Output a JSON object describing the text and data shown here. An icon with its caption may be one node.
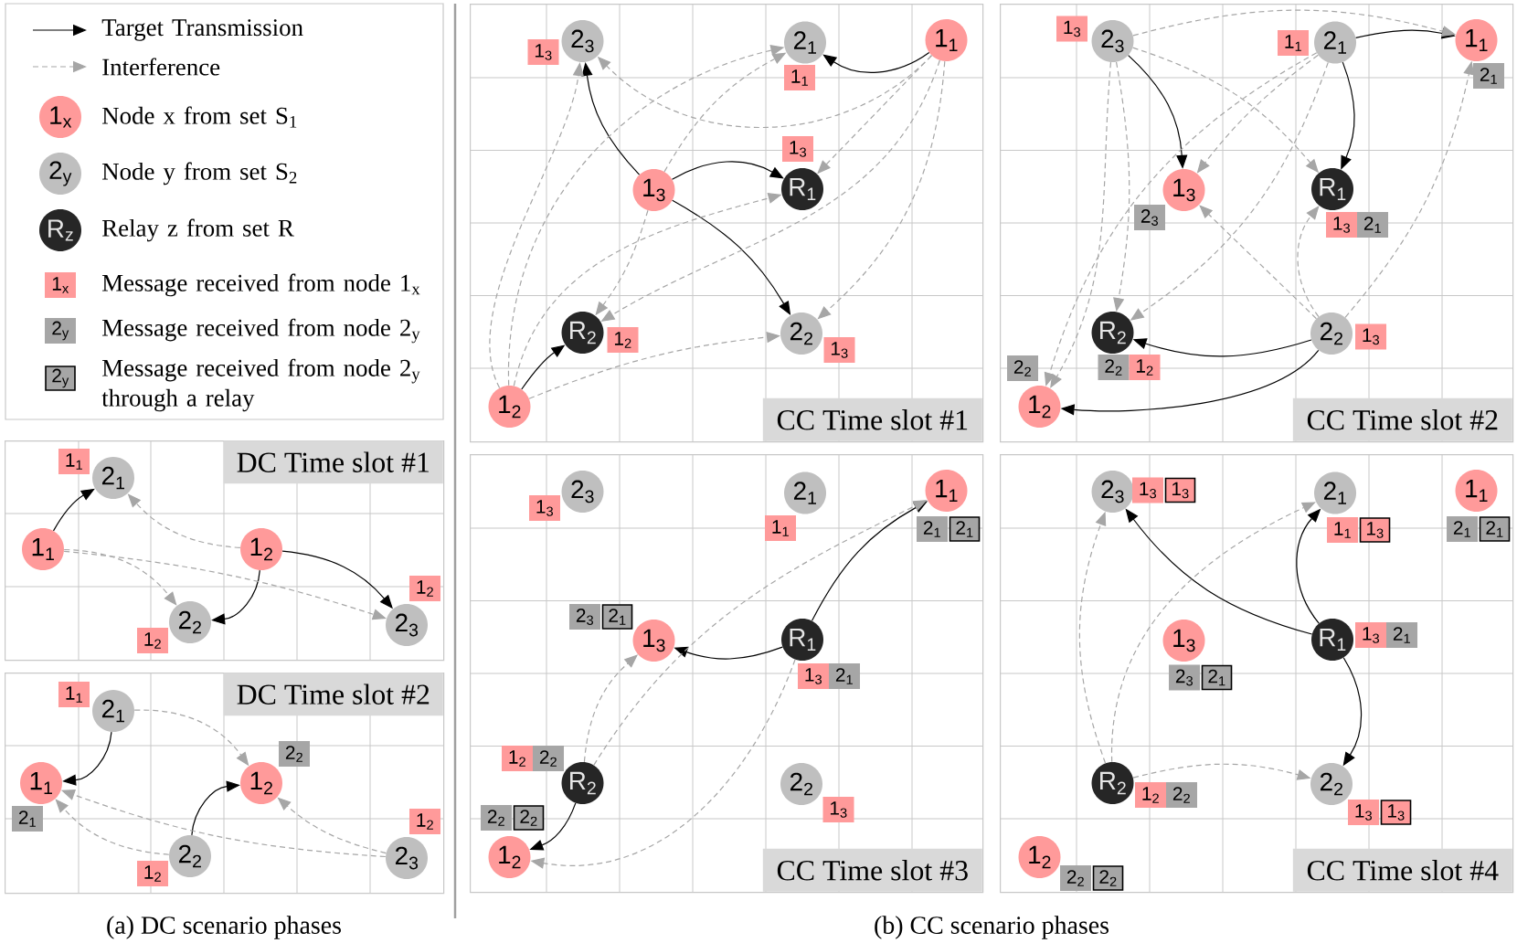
{
  "diagram": {
    "nodes": [
      {
        "text": [
          "1$_{x}$"
        ]
      },
      {
        "text": [
          "2$_{y}$"
        ]
      },
      {
        "text": [
          "R$_{z}$"
        ]
      },
      {
        "text": [
          "1$_{x}$"
        ]
      },
      {
        "text": [
          "2$_{y}$"
        ]
      },
      {
        "text": [
          "2$_{y}$"
        ]
      },
      {
        "text": [
          "DC Time slot #1"
        ]
      },
      {
        "text": [
          "2$_{1}$"
        ],
        "in": 6
      },
      {
        "text": [
          "1$_{1}$"
        ],
        "in": 6
      },
      {
        "text": [
          "1$_{2}$"
        ],
        "in": 6
      },
      {
        "text": [
          "2$_{2}$"
        ],
        "in": 6
      },
      {
        "text": [
          "2$_{3}$"
        ],
        "in": 6
      },
      {
        "text": [
          "1$_{1}$"
        ],
        "in": 6
      },
      {
        "text": [
          "1$_{2}$"
        ],
        "in": 6
      },
      {
        "text": [
          "1$_{2}$"
        ],
        "in": 6
      },
      {
        "text": [
          "DC Time slot #2"
        ]
      },
      {
        "text": [
          "2$_{1}$"
        ],
        "in": 15
      },
      {
        "text": [
          "1$_{1}$"
        ],
        "in": 15
      },
      {
        "text": [
          "1$_{2}$"
        ],
        "in": 15
      },
      {
        "text": [
          "2$_{2}$"
        ],
        "in": 15
      },
      {
        "text": [
          "2$_{3}$"
        ],
        "in": 15
      },
      {
        "text": [
          "1$_{1}$"
        ],
        "in": 15
      },
      {
        "text": [
          "2$_{2}$"
        ],
        "in": 15
      },
      {
        "text": [
          "2$_{1}$"
        ],
        "in": 15
      },
      {
        "text": [
          "1$_{2}$"
        ],
        "in": 15
      },
      {
        "text": [
          "1$_{2}$"
        ],
        "in": 15
      },
      {
        "text": [
          "CC Time slot #1"
        ]
      },
      {
        "text": [
          "2$_{3}$"
        ],
        "in": 26
      },
      {
        "text": [
          "2$_{1}$"
        ],
        "in": 26
      },
      {
        "text": [
          "1$_{1}$"
        ],
        "in": 26
      },
      {
        "text": [
          "1$_{3}$"
        ],
        "in": 26
      },
      {
        "text": [
          "R$_{1}$"
        ],
        "in": 26
      },
      {
        "text": [
          "R$_{2}$"
        ],
        "in": 26
      },
      {
        "text": [
          "2$_{2}$"
        ],
        "in": 26
      },
      {
        "text": [
          "1$_{2}$"
        ],
        "in": 26
      },
      {
        "text": [
          "1$_{3}$"
        ],
        "in": 26
      },
      {
        "text": [
          "1$_{1}$"
        ],
        "in": 26
      },
      {
        "text": [
          "1$_{3}$"
        ],
        "in": 26
      },
      {
        "text": [
          "1$_{2}$"
        ],
        "in": 26
      },
      {
        "text": [
          "1$_{3}$"
        ],
        "in": 26
      },
      {
        "text": [
          "CC Time slot #2"
        ]
      },
      {
        "text": [
          "2$_{3}$"
        ],
        "in": 40
      },
      {
        "text": [
          "2$_{1}$"
        ],
        "in": 40
      },
      {
        "text": [
          "1$_{1}$"
        ],
        "in": 40
      },
      {
        "text": [
          "1$_{3}$"
        ],
        "in": 40
      },
      {
        "text": [
          "R$_{1}$"
        ],
        "in": 40
      },
      {
        "text": [
          "R$_{2}$"
        ],
        "in": 40
      },
      {
        "text": [
          "2$_{2}$"
        ],
        "in": 40
      },
      {
        "text": [
          "1$_{2}$"
        ],
        "in": 40
      },
      {
        "text": [
          "1$_{3}$"
        ],
        "in": 40
      },
      {
        "text": [
          "1$_{1}$"
        ],
        "in": 40
      },
      {
        "text": [
          "2$_{1}$"
        ],
        "in": 40
      },
      {
        "text": [
          "2$_{3}$"
        ],
        "in": 40
      },
      {
        "text": [
          "1$_{3}$"
        ],
        "in": 40
      },
      {
        "text": [
          "2$_{1}$"
        ],
        "in": 40
      },
      {
        "text": [
          "1$_{3}$"
        ],
        "in": 40
      },
      {
        "text": [
          "2$_{2}$"
        ],
        "in": 40
      },
      {
        "text": [
          "2$_{2}$"
        ],
        "in": 40
      },
      {
        "text": [
          "1$_{2}$"
        ],
        "in": 40
      },
      {
        "text": [
          "CC Time slot #3"
        ]
      },
      {
        "text": [
          "2$_{3}$"
        ],
        "in": 59
      },
      {
        "text": [
          "2$_{1}$"
        ],
        "in": 59
      },
      {
        "text": [
          "1$_{1}$"
        ],
        "in": 59
      },
      {
        "text": [
          "1$_{3}$"
        ],
        "in": 59
      },
      {
        "text": [
          "R$_{1}$"
        ],
        "in": 59
      },
      {
        "text": [
          "R$_{2}$"
        ],
        "in": 59
      },
      {
        "text": [
          "2$_{2}$"
        ],
        "in": 59
      },
      {
        "text": [
          "1$_{2}$"
        ],
        "in": 59
      },
      {
        "text": [
          "1$_{3}$"
        ],
        "in": 59
      },
      {
        "text": [
          "1$_{1}$"
        ],
        "in": 59
      },
      {
        "text": [
          "2$_{1}$"
        ],
        "in": 59
      },
      {
        "text": [
          "2$_{1}$"
        ],
        "in": 59
      },
      {
        "text": [
          "2$_{3}$"
        ],
        "in": 59
      },
      {
        "text": [
          "2$_{1}$"
        ],
        "in": 59
      },
      {
        "text": [
          "1$_{3}$"
        ],
        "in": 59
      },
      {
        "text": [
          "2$_{1}$"
        ],
        "in": 59
      },
      {
        "text": [
          "1$_{2}$"
        ],
        "in": 59
      },
      {
        "text": [
          "2$_{2}$"
        ],
        "in": 59
      },
      {
        "text": [
          "1$_{3}$"
        ],
        "in": 59
      },
      {
        "text": [
          "2$_{2}$"
        ],
        "in": 59
      },
      {
        "text": [
          "2$_{2}$"
        ],
        "in": 59
      },
      {
        "text": [
          "CC Time slot #4"
        ]
      },
      {
        "text": [
          "2$_{3}$"
        ],
        "in": 81
      },
      {
        "text": [
          "2$_{1}$"
        ],
        "in": 81
      },
      {
        "text": [
          "1$_{1}$"
        ],
        "in": 81
      },
      {
        "text": [
          "1$_{3}$"
        ],
        "in": 81
      },
      {
        "text": [
          "R$_{1}$"
        ],
        "in": 81
      },
      {
        "text": [
          "R$_{2}$"
        ],
        "in": 81
      },
      {
        "text": [
          "2$_{2}$"
        ],
        "in": 81
      },
      {
        "text": [
          "1$_{2}$"
        ],
        "in": 81
      },
      {
        "text": [
          "1$_{3}$"
        ],
        "in": 81
      },
      {
        "text": [
          "1$_{3}$"
        ],
        "in": 81
      },
      {
        "text": [
          "1$_{1}$"
        ],
        "in": 81
      },
      {
        "text": [
          "1$_{3}$"
        ],
        "in": 81
      },
      {
        "text": [
          "2$_{1}$"
        ],
        "in": 81
      },
      {
        "text": [
          "2$_{1}$"
        ],
        "in": 81
      },
      {
        "text": [
          "1$_{3}$"
        ],
        "in": 81
      },
      {
        "text": [
          "2$_{1}$"
        ],
        "in": 81
      },
      {
        "text": [
          "2$_{3}$"
        ],
        "in": 81
      },
      {
        "text": [
          "2$_{1}$"
        ],
        "in": 81
      },
      {
        "text": [
          "1$_{2}$"
        ],
        "in": 81
      },
      {
        "text": [
          "2$_{2}$"
        ],
        "in": 81
      },
      {
        "text": [
          "1$_{3}$"
        ],
        "in": 81
      },
      {
        "text": [
          "1$_{3}$"
        ],
        "in": 81
      },
      {
        "text": [
          "2$_{2}$"
        ],
        "in": 81
      },
      {
        "text": [
          "2$_{2}$"
        ],
        "in": 81
      }
    ],
    "edges": [
      {
        "from": 8,
        "to": 7,
        "arrow": "to",
        "color": "#000000"
      },
      {
        "from": 9,
        "to": 11,
        "arrow": "to",
        "color": "#000000"
      },
      {
        "from": 9,
        "to": 10,
        "arrow": "to",
        "color": "#000000"
      },
      {
        "from": 9,
        "to": 7,
        "arrow": "to",
        "style": "dashed"
      },
      {
        "from": 8,
        "to": 10,
        "arrow": "to",
        "style": "dashed"
      },
      {
        "from": 8,
        "to": 11,
        "arrow": "to",
        "style": "dashed"
      },
      {
        "from": 16,
        "to": 17,
        "arrow": "to",
        "color": "#000000"
      },
      {
        "from": 19,
        "to": 18,
        "arrow": "to",
        "color": "#000000"
      },
      {
        "from": 16,
        "to": 18,
        "arrow": "to",
        "style": "dashed"
      },
      {
        "from": 19,
        "to": 17,
        "arrow": "to",
        "style": "dashed"
      },
      {
        "from": 20,
        "to": 17,
        "arrow": "to",
        "style": "dashed"
      },
      {
        "from": 20,
        "to": 18,
        "arrow": "to",
        "style": "dashed"
      },
      {
        "from": 29,
        "to": 28,
        "arrow": "to",
        "color": "#000000"
      },
      {
        "from": 30,
        "to": 27,
        "arrow": "to",
        "color": "#000000"
      },
      {
        "from": 30,
        "to": 31,
        "arrow": "to",
        "color": "#000000"
      },
      {
        "from": 30,
        "to": 33,
        "arrow": "to",
        "color": "#000000"
      },
      {
        "from": 34,
        "to": 32,
        "arrow": "to",
        "color": "#000000"
      },
      {
        "from": 29,
        "to": 27,
        "arrow": "to",
        "style": "dashed"
      },
      {
        "from": 29,
        "to": 31,
        "arrow": "to",
        "style": "dashed"
      },
      {
        "from": 29,
        "to": 32,
        "arrow": "to",
        "style": "dashed"
      },
      {
        "from": 29,
        "to": 33,
        "arrow": "to",
        "style": "dashed"
      },
      {
        "from": 30,
        "to": 28,
        "arrow": "to",
        "style": "dashed"
      },
      {
        "from": 30,
        "to": 32,
        "arrow": "to",
        "style": "dashed"
      },
      {
        "from": 34,
        "to": 27,
        "arrow": "to",
        "style": "dashed"
      },
      {
        "from": 34,
        "to": 28,
        "arrow": "to",
        "style": "dashed"
      },
      {
        "from": 34,
        "to": 31,
        "arrow": "to",
        "style": "dashed"
      },
      {
        "from": 34,
        "to": 33,
        "arrow": "to",
        "style": "dashed"
      },
      {
        "from": 41,
        "to": 44,
        "arrow": "to",
        "color": "#000000"
      },
      {
        "from": 42,
        "to": 43,
        "arrow": "to",
        "color": "#000000"
      },
      {
        "from": 42,
        "to": 45,
        "arrow": "to",
        "color": "#000000"
      },
      {
        "from": 47,
        "to": 46,
        "arrow": "to",
        "color": "#000000"
      },
      {
        "from": 47,
        "to": 48,
        "arrow": "to",
        "color": "#000000"
      },
      {
        "from": 41,
        "to": 43,
        "arrow": "to",
        "style": "dashed"
      },
      {
        "from": 41,
        "to": 45,
        "arrow": "to",
        "style": "dashed"
      },
      {
        "from": 41,
        "to": 46,
        "arrow": "to",
        "style": "dashed"
      },
      {
        "from": 41,
        "to": 48,
        "arrow": "to",
        "style": "dashed"
      },
      {
        "from": 42,
        "to": 44,
        "arrow": "to",
        "style": "dashed"
      },
      {
        "from": 42,
        "to": 46,
        "arrow": "to",
        "style": "dashed"
      },
      {
        "from": 42,
        "to": 48,
        "arrow": "to",
        "style": "dashed"
      },
      {
        "from": 47,
        "to": 44,
        "arrow": "to",
        "style": "dashed"
      },
      {
        "from": 47,
        "to": 45,
        "arrow": "to",
        "style": "dashed"
      },
      {
        "from": 47,
        "to": 43,
        "arrow": "to",
        "style": "dashed"
      },
      {
        "from": 64,
        "to": 62,
        "arrow": "to",
        "color": "#000000"
      },
      {
        "from": 64,
        "to": 63,
        "arrow": "to",
        "color": "#000000"
      },
      {
        "from": 65,
        "to": 67,
        "arrow": "to",
        "color": "#000000"
      },
      {
        "from": 65,
        "to": 63,
        "arrow": "to",
        "style": "dashed"
      },
      {
        "from": 65,
        "to": 62,
        "arrow": "to",
        "style": "dashed"
      },
      {
        "from": 64,
        "to": 67,
        "arrow": "to",
        "style": "dashed"
      },
      {
        "from": 86,
        "to": 82,
        "arrow": "to",
        "color": "#000000"
      },
      {
        "from": 86,
        "to": 83,
        "arrow": "to",
        "color": "#000000"
      },
      {
        "from": 86,
        "to": 88,
        "arrow": "to",
        "color": "#000000"
      },
      {
        "from": 87,
        "to": 82,
        "arrow": "to",
        "style": "dashed"
      },
      {
        "from": 87,
        "to": 83,
        "arrow": "to",
        "style": "dashed"
      },
      {
        "from": 87,
        "to": 88,
        "arrow": "to",
        "style": "dashed"
      }
    ],
    "labels": [
      "(a) DC scenario phases",
      "(b) CC scenario phases"
    ],
    "legend": [
      {
        "text": "Target Transmission"
      },
      {
        "text": "Interference"
      },
      {
        "text": "Node x from set S$_{1}$"
      },
      {
        "text": "Node y from set S$_{2}$"
      },
      {
        "text": "Relay z from set R"
      },
      {
        "text": "Message received from node 1$_{x}$"
      },
      {
        "text": "Message received from node 2$_{y}$"
      },
      {
        "text": "Message received from node 2$_{y}$ through a relay"
      }
    ]
  }
}
